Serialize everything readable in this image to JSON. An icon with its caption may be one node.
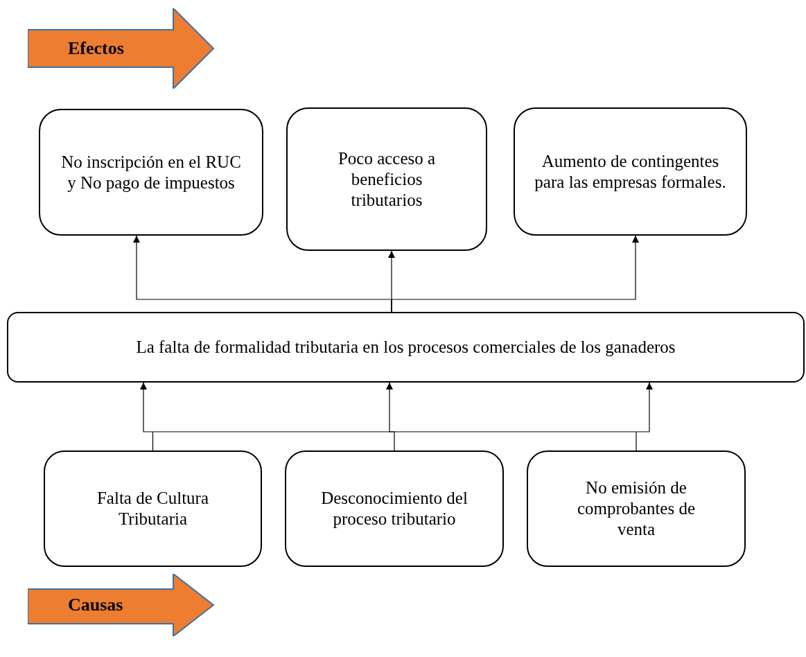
{
  "diagram": {
    "nodes": [
      {
        "text": [
          "Efectos"
        ]
      },
      {
        "text": [
          "No inscripción en el RUC y No pago de impuestos"
        ]
      },
      {
        "text": [
          "Poco acceso a beneficios tributarios"
        ]
      },
      {
        "text": [
          "Aumento de contingentes para las empresas formales."
        ]
      },
      {
        "text": [
          "La falta de formalidad tributaria en los procesos comerciales de los ganaderos"
        ]
      },
      {
        "text": [
          "Falta de Cultura Tributaria"
        ]
      },
      {
        "text": [
          "Desconocimiento del proceso tributario"
        ]
      },
      {
        "text": [
          "No emisión de comprobantes de venta"
        ]
      },
      {
        "text": [
          "Causas"
        ]
      }
    ],
    "edges": [
      {
        "from": 4,
        "to": 1,
        "arrow": "to"
      },
      {
        "from": 4,
        "to": 2,
        "arrow": "to"
      },
      {
        "from": 4,
        "to": 3,
        "arrow": "to"
      },
      {
        "from": 5,
        "to": 4,
        "arrow": "to"
      },
      {
        "from": 6,
        "to": 4,
        "arrow": "to"
      },
      {
        "from": 7,
        "to": 4,
        "arrow": "to"
      }
    ]
  }
}
